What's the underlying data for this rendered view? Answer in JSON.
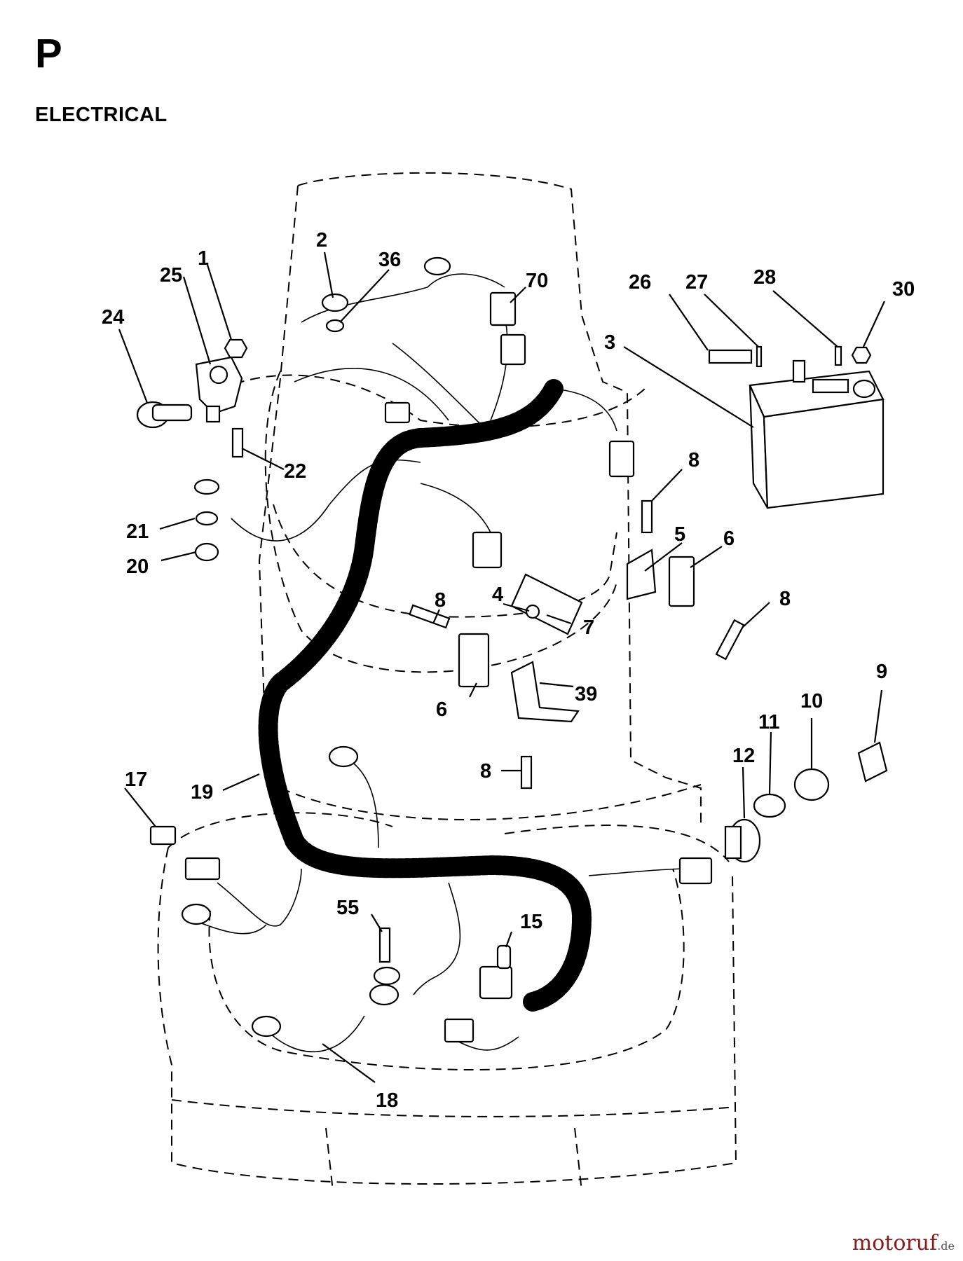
{
  "page": {
    "section_letter": "P",
    "section_title": "ELECTRICAL",
    "watermark_main": "motoruf",
    "watermark_suffix": ".de"
  },
  "callouts": [
    {
      "id": "c1",
      "label": "1"
    },
    {
      "id": "c2",
      "label": "2"
    },
    {
      "id": "c3",
      "label": "3"
    },
    {
      "id": "c4",
      "label": "4"
    },
    {
      "id": "c5",
      "label": "5"
    },
    {
      "id": "c6a",
      "label": "6"
    },
    {
      "id": "c6b",
      "label": "6"
    },
    {
      "id": "c7",
      "label": "7"
    },
    {
      "id": "c8a",
      "label": "8"
    },
    {
      "id": "c8b",
      "label": "8"
    },
    {
      "id": "c8c",
      "label": "8"
    },
    {
      "id": "c8d",
      "label": "8"
    },
    {
      "id": "c9",
      "label": "9"
    },
    {
      "id": "c10",
      "label": "10"
    },
    {
      "id": "c11",
      "label": "11"
    },
    {
      "id": "c12",
      "label": "12"
    },
    {
      "id": "c15",
      "label": "15"
    },
    {
      "id": "c17",
      "label": "17"
    },
    {
      "id": "c18",
      "label": "18"
    },
    {
      "id": "c19",
      "label": "19"
    },
    {
      "id": "c20",
      "label": "20"
    },
    {
      "id": "c21",
      "label": "21"
    },
    {
      "id": "c22",
      "label": "22"
    },
    {
      "id": "c24",
      "label": "24"
    },
    {
      "id": "c25",
      "label": "25"
    },
    {
      "id": "c26",
      "label": "26"
    },
    {
      "id": "c27",
      "label": "27"
    },
    {
      "id": "c28",
      "label": "28"
    },
    {
      "id": "c30",
      "label": "30"
    },
    {
      "id": "c36",
      "label": "36"
    },
    {
      "id": "c39",
      "label": "39"
    },
    {
      "id": "c55",
      "label": "55"
    },
    {
      "id": "c70",
      "label": "70"
    }
  ]
}
